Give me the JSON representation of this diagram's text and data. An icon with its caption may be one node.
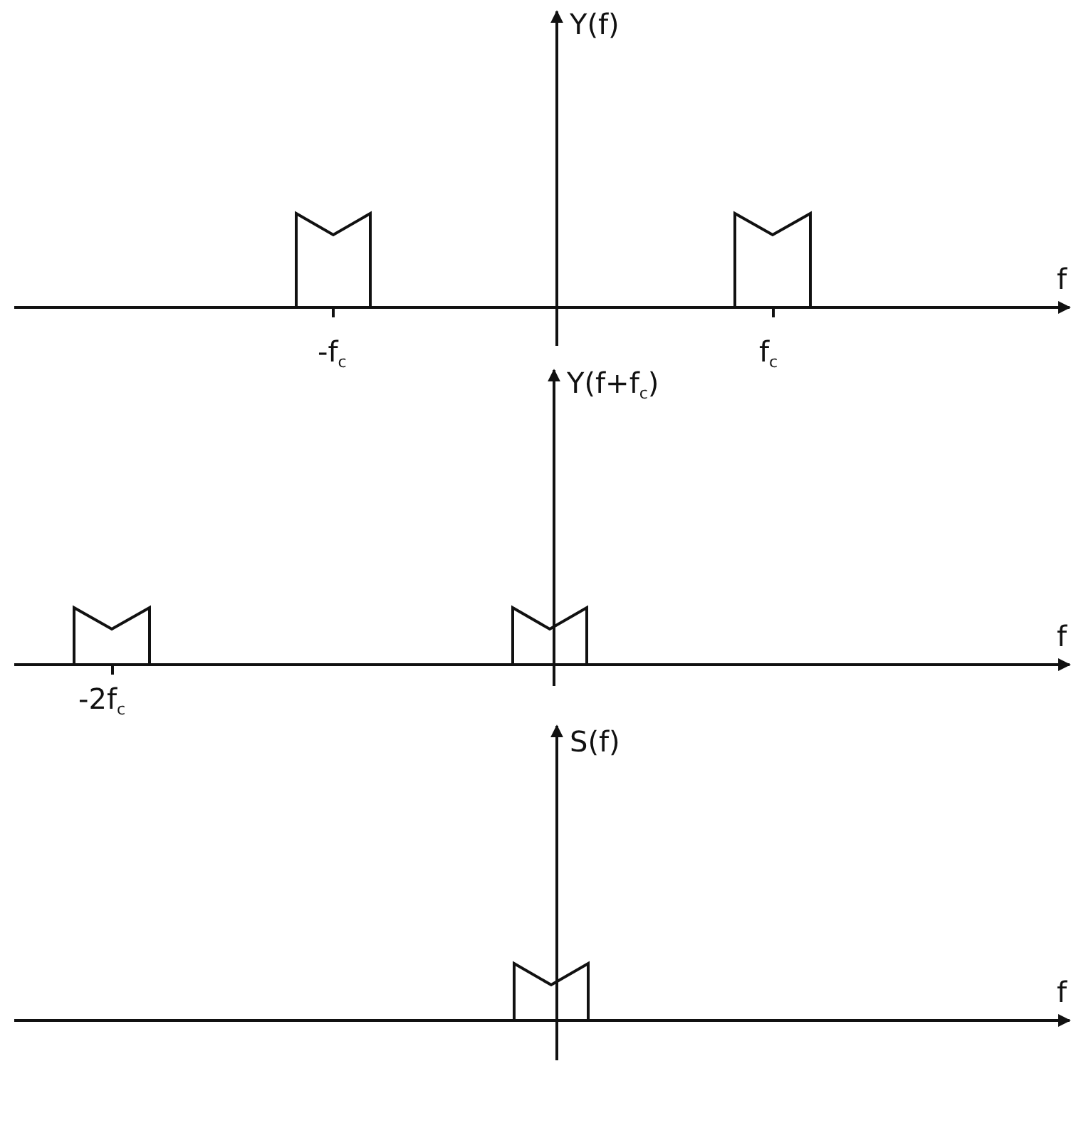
{
  "diagram": {
    "labels": [
      "Y(f)",
      "f",
      "-f$_{c}$",
      "f$_{c}$",
      "Y(f+f$_{c}$)",
      "f",
      "-2f$_{c}$",
      "S(f)",
      "f"
    ]
  }
}
